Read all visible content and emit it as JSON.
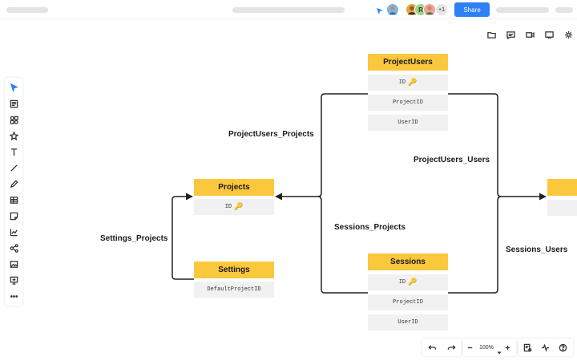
{
  "topbar": {
    "avatar_letter": "R",
    "overflow_count": "+1",
    "share_label": "Share"
  },
  "bottom_toolbar": {
    "zoom_label": "100%"
  },
  "colors": {
    "accent": "#2f7ff5",
    "entity_header": "#fbc73c",
    "entity_row": "#f1f1f1",
    "edge": "#222222"
  },
  "icons": {
    "right_toolbar": [
      "frame-icon",
      "comment-icon",
      "video-icon",
      "present-icon",
      "settings-gear-icon"
    ],
    "left_toolbar": [
      "select-cursor-icon",
      "template-icon",
      "shapes-icon",
      "star-icon",
      "text-icon",
      "line-icon",
      "pen-icon",
      "table-icon",
      "sticky-note-icon",
      "chart-icon",
      "mindmap-icon",
      "image-icon",
      "embed-icon",
      "more-icon"
    ]
  },
  "entities": {
    "project_users": {
      "title": "ProjectUsers",
      "fields": [
        {
          "name": "ID",
          "key": "🔑"
        },
        {
          "name": "ProjectID",
          "key": ""
        },
        {
          "name": "UserID",
          "key": ""
        }
      ]
    },
    "projects": {
      "title": "Projects",
      "fields": [
        {
          "name": "ID",
          "key": "🔑"
        }
      ]
    },
    "settings": {
      "title": "Settings",
      "fields": [
        {
          "name": "DefaultProjectID",
          "key": ""
        }
      ]
    },
    "sessions": {
      "title": "Sessions",
      "fields": [
        {
          "name": "ID",
          "key": "🔑"
        },
        {
          "name": "ProjectID",
          "key": ""
        },
        {
          "name": "UserID",
          "key": ""
        }
      ]
    }
  },
  "relations": {
    "project_users_projects": "ProjectUsers_Projects",
    "project_users_users": "ProjectUsers_Users",
    "settings_projects": "Settings_Projects",
    "sessions_projects": "Sessions_Projects",
    "sessions_users": "Sessions_Users"
  }
}
